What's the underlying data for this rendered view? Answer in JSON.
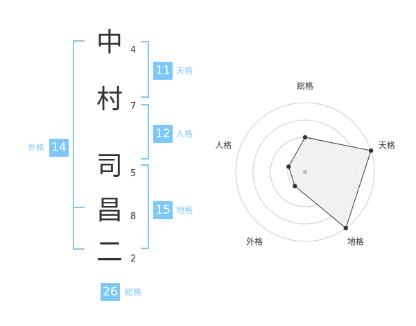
{
  "colors": {
    "accent": "#7ec8f8",
    "text": "#333333",
    "grid": "#cccccc",
    "area": "#f0f0f0",
    "stroke": "#333333",
    "center": "#bbbbbb"
  },
  "name": {
    "characters": [
      {
        "char": "中",
        "strokes": "4"
      },
      {
        "char": "村",
        "strokes": "7"
      },
      {
        "char": "司",
        "strokes": "5"
      },
      {
        "char": "昌",
        "strokes": "8"
      },
      {
        "char": "二",
        "strokes": "2"
      }
    ]
  },
  "fortunes": {
    "ten": {
      "label": "天格",
      "value": "11"
    },
    "jin": {
      "label": "人格",
      "value": "12"
    },
    "chi": {
      "label": "地格",
      "value": "15"
    },
    "gai": {
      "label": "外格",
      "value": "14"
    },
    "so": {
      "label": "総格",
      "value": "26"
    }
  },
  "chart_data": {
    "type": "radar",
    "axes": [
      "総格",
      "天格",
      "地格",
      "外格",
      "人格"
    ],
    "rings": 4,
    "range": [
      0,
      4
    ],
    "values": [
      2,
      4,
      4,
      1,
      1
    ]
  }
}
